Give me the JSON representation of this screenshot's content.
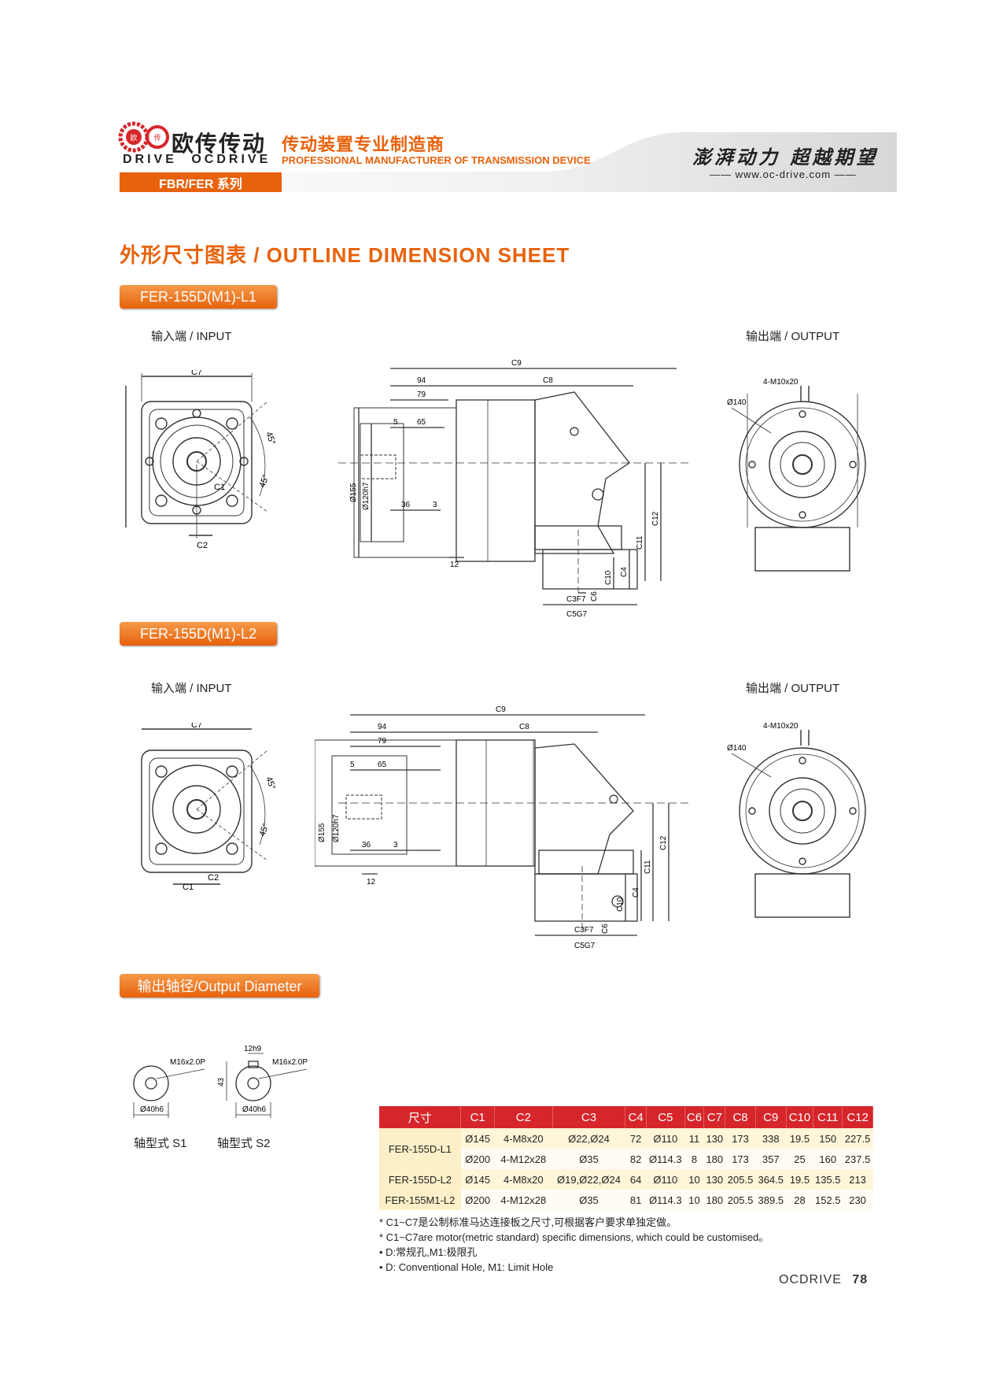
{
  "header": {
    "brand_cn": "欧传传动",
    "brand_en_left": "DRIVE",
    "brand_en_right": "OCDRIVE",
    "tagline_cn": "传动装置专业制造商",
    "tagline_en": "PROFESSIONAL MANUFACTURER OF TRANSMISSION DEVICE",
    "slogan": "澎湃动力 超越期望",
    "website": "www.oc-drive.com",
    "series": "FBR/FER 系列"
  },
  "title": "外形尺寸图表 / OUTLINE DIMENSION SHEET",
  "sections": {
    "l1_title": "FER-155D(M1)-L1",
    "l2_title": "FER-155D(M1)-L2",
    "output_title": "输出轴径/Output Diameter",
    "input_label": "输入端 / INPUT",
    "output_label": "输出端 / OUTPUT"
  },
  "dims": {
    "c1": "C1",
    "c2": "C2",
    "c3": "C3",
    "c4": "C4",
    "c5": "C5",
    "c6": "C6",
    "c7": "C7",
    "c8": "C8",
    "c9": "C9",
    "c10": "C10",
    "c11": "C11",
    "c12": "C12",
    "d94": "94",
    "d79": "79",
    "d65": "65",
    "d5": "5",
    "d36": "36",
    "d3": "3",
    "d12": "12",
    "dia155": "Ø155",
    "dia120": "Ø120h7",
    "dia140": "Ø140",
    "holes": "4-M10x20",
    "angle": "45°",
    "c3f7": "C3F7",
    "c5g7": "C5G7"
  },
  "shafts": {
    "s1_label": "轴型式 S1",
    "s2_label": "轴型式 S2",
    "thread": "M16x2.0P",
    "dia40": "Ø40h6",
    "key12": "12h9",
    "d43": "43"
  },
  "table": {
    "headers": [
      "尺寸",
      "C1",
      "C2",
      "C3",
      "C4",
      "C5",
      "C6",
      "C7",
      "C8",
      "C9",
      "C10",
      "C11",
      "C12"
    ],
    "rows": [
      {
        "model": "FER-155D-L1",
        "cells": [
          "Ø145",
          "4-M8x20",
          "Ø22,Ø24",
          "72",
          "Ø110",
          "11",
          "130",
          "173",
          "338",
          "19.5",
          "150",
          "227.5"
        ]
      },
      {
        "model": "",
        "cells": [
          "Ø200",
          "4-M12x28",
          "Ø35",
          "82",
          "Ø114.3",
          "8",
          "180",
          "173",
          "357",
          "25",
          "160",
          "237.5"
        ]
      },
      {
        "model": "FER-155D-L2",
        "cells": [
          "Ø145",
          "4-M8x20",
          "Ø19,Ø22,Ø24",
          "64",
          "Ø110",
          "10",
          "130",
          "205.5",
          "364.5",
          "19.5",
          "135.5",
          "213"
        ]
      },
      {
        "model": "FER-155M1-L2",
        "cells": [
          "Ø200",
          "4-M12x28",
          "Ø35",
          "81",
          "Ø114.3",
          "10",
          "180",
          "205.5",
          "389.5",
          "28",
          "152.5",
          "230"
        ]
      }
    ]
  },
  "notes": [
    "* C1~C7是公制标准马达连接板之尺寸,可根据客户要求单独定做。",
    "* C1~C7are motor(metric standard)  specific dimensions, which could be customised。",
    "• D:常规孔,M1:极限孔",
    "• D: Conventional Hole, M1: Limit Hole"
  ],
  "footer": {
    "brand": "OCDRIVE",
    "page": "78"
  },
  "colors": {
    "accent": "#e8620c",
    "table_header": "#d6262b",
    "table_row": "#fff6d9"
  }
}
